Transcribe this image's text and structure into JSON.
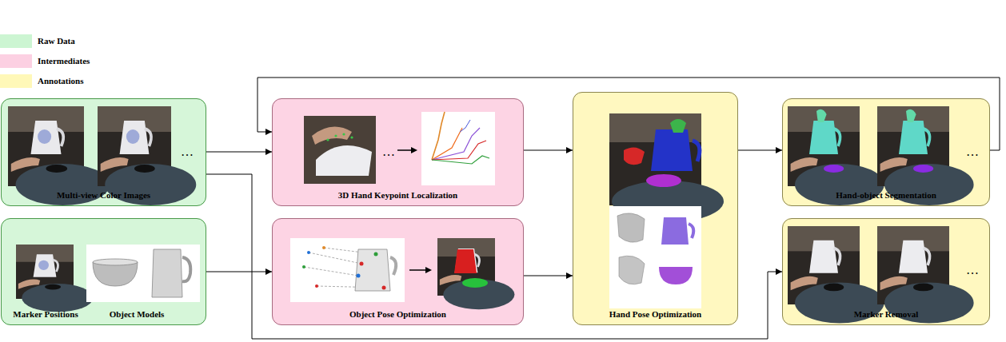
{
  "diagram": {
    "nodes": [
      {
        "text": [
          "Multi-view Color Images"
        ]
      },
      {
        "text": [
          "Marker Positions",
          "Object Models"
        ]
      },
      {
        "text": [
          "3D Hand Keypoint Localization"
        ]
      },
      {
        "text": [
          "Object Pose Optimization"
        ]
      },
      {
        "text": [
          "Hand Pose Optimization"
        ]
      },
      {
        "text": [
          "Hand-object Segmentation"
        ]
      },
      {
        "text": [
          "Marker Removal"
        ]
      }
    ],
    "edges": [
      {
        "from": 0,
        "to": 2,
        "arrow": "to"
      },
      {
        "from": 1,
        "to": 3,
        "arrow": "to"
      },
      {
        "from": 2,
        "to": 4,
        "arrow": "to"
      },
      {
        "from": 3,
        "to": 4,
        "arrow": "to"
      },
      {
        "from": 4,
        "to": 5,
        "arrow": "to"
      },
      {
        "from": 5,
        "to": 2,
        "arrow": "to"
      },
      {
        "from": 0,
        "to": 6,
        "arrow": "to"
      }
    ],
    "labels": [
      "…",
      "…",
      "…",
      "…"
    ],
    "legend": [
      {
        "text": "Raw Data",
        "color": "#ccf5d2"
      },
      {
        "text": "Intermediates",
        "color": "#fcd0e2"
      },
      {
        "text": "Annotations",
        "color": "#fff8b8"
      }
    ]
  }
}
